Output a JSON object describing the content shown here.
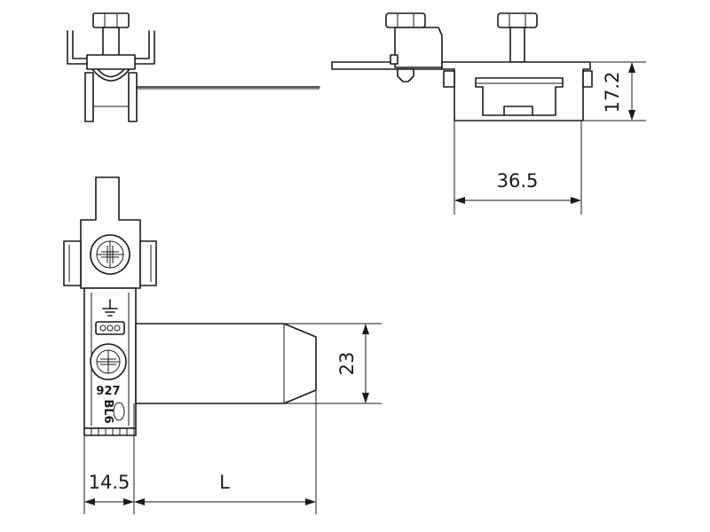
{
  "dimensions": {
    "height_top": "17.2",
    "width_top": "36.5",
    "height_side": "23",
    "width_base": "14.5",
    "length": "L"
  },
  "markings": {
    "part_number": "927",
    "series": "BL6"
  }
}
